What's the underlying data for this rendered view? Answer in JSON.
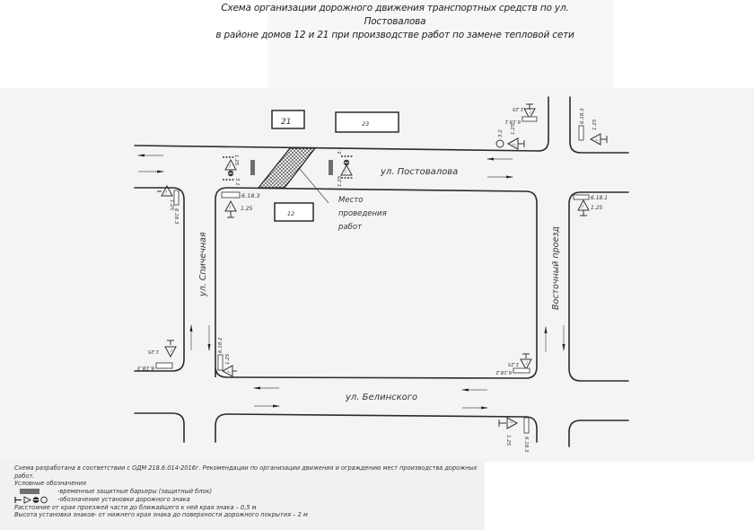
{
  "title": {
    "line1": "Схема организации дорожного движения транспортных средств по ул. Постовалова",
    "line2": "в районе домов 12 и 21 при производстве работ по замене тепловой сети"
  },
  "buildings": [
    {
      "id": "b21",
      "label": "21"
    },
    {
      "id": "b23",
      "label": "23"
    },
    {
      "id": "b12",
      "label": "12"
    }
  ],
  "streets": {
    "postovalova": "ул. Постовалова",
    "spichechnaya": "ул. Спичечная",
    "belinskogo": "ул. Белинского",
    "vostochny": "Восточный проезд"
  },
  "work_site": {
    "label_line1": "Место",
    "label_line2": "проведения",
    "label_line3": "работ"
  },
  "sign_codes": {
    "s1_25": "1.25",
    "s3_1": "3.1",
    "s3_2": "3.2",
    "s6_18_1": "6.18.1",
    "s6_18_2": "6.18.2",
    "s6_18_3": "6.18.3"
  },
  "legend": {
    "basis": "Схема разработана в соответствии с ОДМ 218.6.014-2016г. Рекомендации по организации движения и ограждению мест производства дорожных работ.",
    "heading": "Условные обозначения",
    "barrier": "-временные защитные барьеры (защитный блок)",
    "sign_install": "-обозначение установки дорожного знака",
    "distance_note": "Расстояние от края проезжей части до ближайшего к ней края знака – 0,5 м",
    "height_note": "Высота установки знаков- от нижнего края знака до поверхности дорожного покрытия – 2 м"
  },
  "colors": {
    "line": "#2b2b2b",
    "barrier": "#6f6f6f",
    "paper": "#f4f4f6"
  }
}
